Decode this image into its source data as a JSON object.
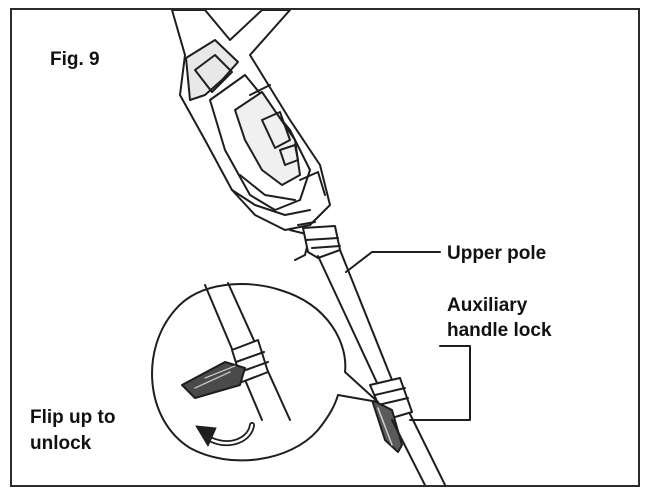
{
  "figure": {
    "label": "Fig. 9"
  },
  "callouts": {
    "upper_pole": "Upper pole",
    "aux_lock_line1": "Auxiliary",
    "aux_lock_line2": "handle lock",
    "flip_line1": "Flip up to",
    "flip_line2": "unlock"
  },
  "colors": {
    "line": "#1e1e1e",
    "frame": "#2b2b2b",
    "shade": "#9a9a9a",
    "dark": "#3a3a3a"
  }
}
